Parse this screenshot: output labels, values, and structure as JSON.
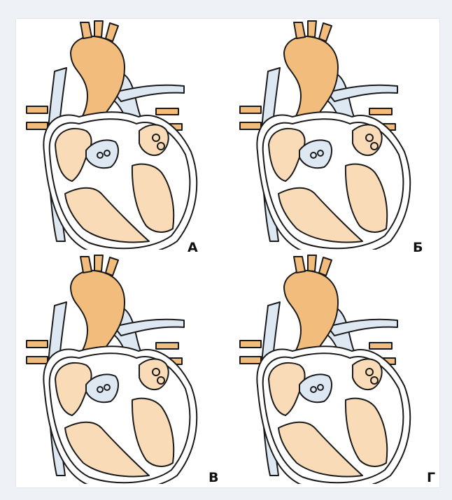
{
  "panels": [
    {
      "id": "a",
      "label": "А"
    },
    {
      "id": "b",
      "label": "Б"
    },
    {
      "id": "v",
      "label": "В"
    },
    {
      "id": "g",
      "label": "Г"
    }
  ],
  "colors": {
    "aorta": "#f2bd7c",
    "chamber_fill": "#f9dcb7",
    "vessel_blue": "#dde8f3",
    "outline": "#1a1a1a",
    "background": "#eef2f7"
  }
}
